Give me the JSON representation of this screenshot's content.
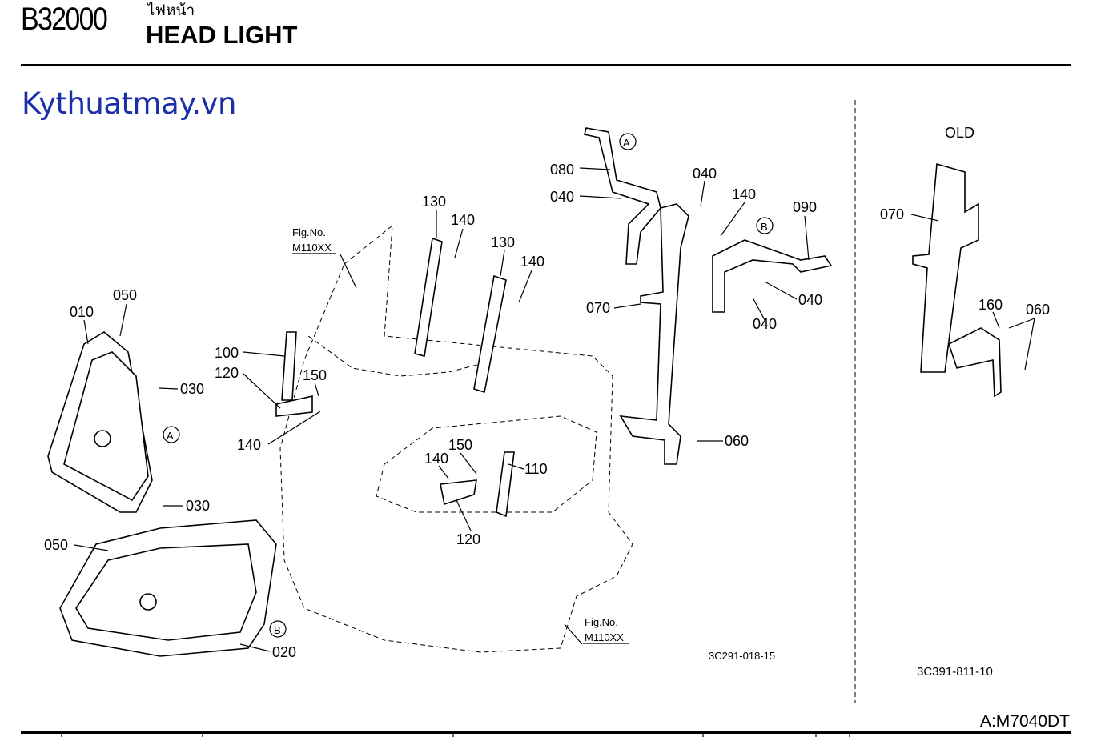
{
  "header": {
    "code": "B32000",
    "thai_title": "ไฟหน้า",
    "title": "HEAD LIGHT"
  },
  "watermark": "Kythuatmay.vn",
  "footer": {
    "model": "A:M7040DT"
  },
  "main_diagram": {
    "callouts": [
      "080",
      "040",
      "040",
      "140",
      "090",
      "130",
      "140",
      "130",
      "140",
      "010",
      "050",
      "030",
      "100",
      "120",
      "150",
      "140",
      "070",
      "040",
      "040",
      "060",
      "150",
      "140",
      "110",
      "120",
      "030",
      "050",
      "020"
    ],
    "fig_refs": [
      {
        "label": "Fig.No.",
        "code": "M110XX"
      },
      {
        "label": "Fig.No.",
        "code": "M110XX"
      }
    ],
    "markers": [
      "A",
      "A",
      "B",
      "B"
    ],
    "drawing_no": "3C291-018-15"
  },
  "old_diagram": {
    "heading": "OLD",
    "callouts": [
      "070",
      "160",
      "060"
    ],
    "drawing_no": "3C391-811-10"
  }
}
